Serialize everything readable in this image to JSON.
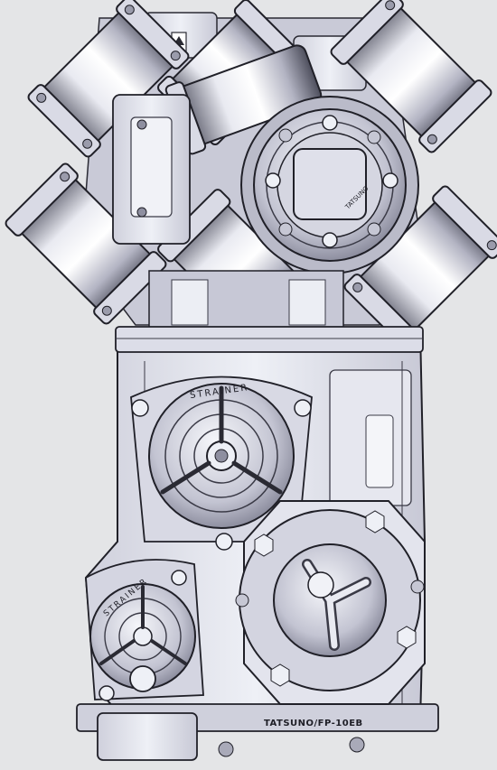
{
  "background": "#e4e5e7",
  "colors": {
    "metal_light": "#f3f4f8",
    "metal_mid": "#b9bac8",
    "metal_dark": "#4a4b5a",
    "outline": "#202028",
    "shadow": "#6a6b7a"
  },
  "labels": {
    "upper_strainer": "STRAINER",
    "lower_strainer": "STRAINER",
    "nameplate": "TATSUNO/FP-10EB",
    "meter_cap": "TATSUNO"
  },
  "icons": {
    "flow_arrow": "arrow-up-icon"
  }
}
